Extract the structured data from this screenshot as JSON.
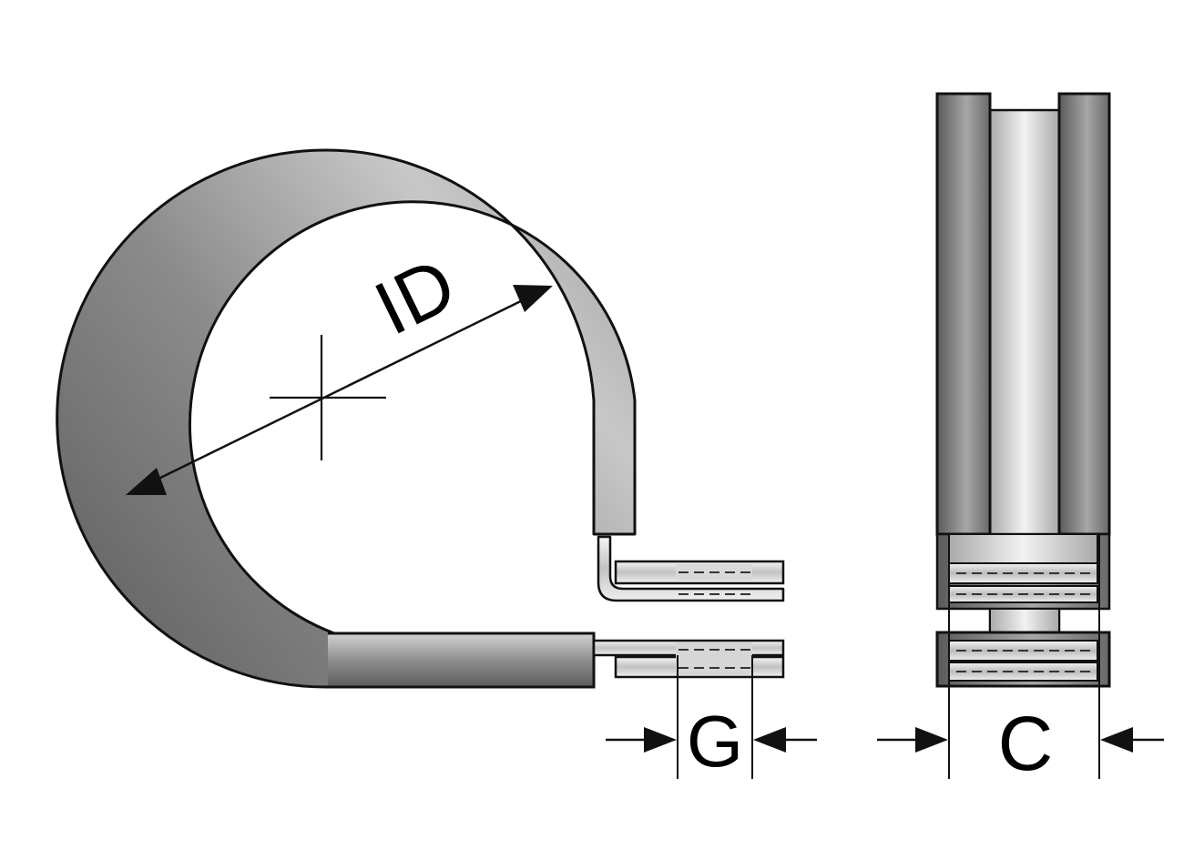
{
  "labels": {
    "inner_diameter": "ID",
    "gap": "G",
    "width": "C"
  },
  "colors": {
    "outline": "#111111",
    "band_dark": "#5a5a5a",
    "band_light": "#c4c4c4",
    "liner_dark": "#a7a7a7",
    "liner_light": "#eeeeee",
    "background": "#ffffff"
  }
}
